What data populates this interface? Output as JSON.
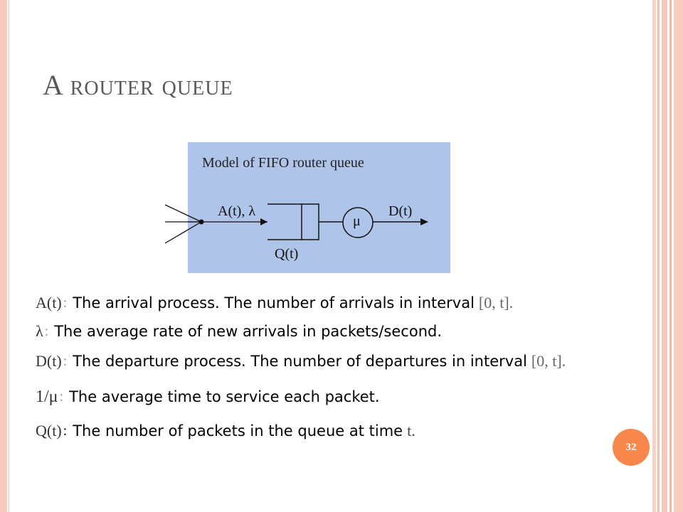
{
  "slide": {
    "title": "A router queue",
    "page_number": "32"
  },
  "diagram": {
    "title": "Model of FIFO router queue",
    "input_label": "A(t), λ",
    "output_label": "D(t)",
    "queue_label": "Q(t)",
    "server_label": "μ"
  },
  "definitions": [
    {
      "symbol": "A(t)",
      "text": "The arrival process. The number of arrivals in interval",
      "suffix": "[0, t]."
    },
    {
      "symbol": "λ",
      "text": "The average rate of new arrivals in packets/second."
    },
    {
      "symbol": "D(t)",
      "text": "The departure process. The number of departures in interval",
      "suffix": "[0, t]."
    },
    {
      "symbol": "1/μ",
      "text": "The average time to service each packet."
    },
    {
      "symbol": "Q(t)",
      "text": "The number of packets in the queue at time",
      "suffix": "t."
    }
  ],
  "colors": {
    "diagram_bg": "#aec4e8",
    "badge": "#f7874a",
    "border_accent": "#f6cbbd"
  }
}
